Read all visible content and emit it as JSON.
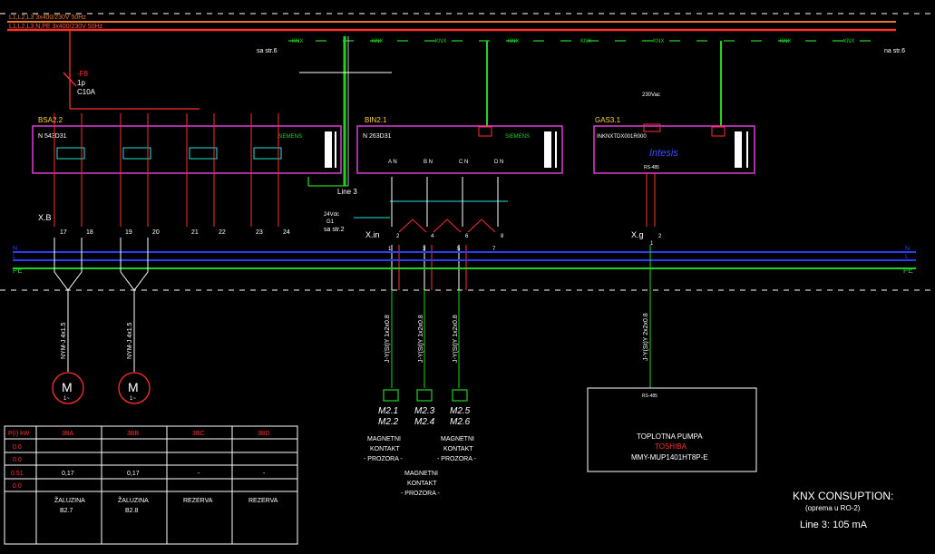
{
  "top_bus": {
    "line1": "L1,L2,L3 3x400/230V 50Hz",
    "line2": "L1,L2,L3,N,PE 3x400/230V 50Hz"
  },
  "knx": {
    "label": "KNX",
    "left_label": "sa str.6",
    "right_label": "na str.6"
  },
  "breaker": {
    "id": "-F8",
    "poles": "1p",
    "rating": "C10A"
  },
  "modules": [
    {
      "name": "BSA2.2",
      "model": "N 543D31"
    },
    {
      "name": "BIN2.1",
      "model": "N 263D31"
    },
    {
      "name": "GAS3.1",
      "model": "INKNXTDX001R000"
    }
  ],
  "module_labels": {
    "siemens": "SIEMENS",
    "intesis": "Intesis",
    "line3": "Line 3",
    "supply": "230Vac",
    "knx_bus_short": "RS-485"
  },
  "terminals": {
    "xb_label": "X.B",
    "xb": [
      "17",
      "18",
      "19",
      "20",
      "21",
      "22",
      "23",
      "24"
    ],
    "xin_label": "X.in",
    "xin": [
      "1",
      "2",
      "3",
      "4",
      "5",
      "6",
      "7",
      "8"
    ],
    "xg_label": "X.g",
    "xg": [
      "1",
      "2"
    ],
    "binary_inputs": [
      "A N",
      "B N",
      "C N",
      "D N"
    ],
    "dc_supply": "24Vdc",
    "dc_label": "G1",
    "from_label": "sa str.2"
  },
  "rails": {
    "n": "N",
    "pe": "PE",
    "l": "L"
  },
  "cables": {
    "motor": "NYM-J 4x1.5",
    "bus": "J-Y(St)Y 1x2x0.8",
    "pump": "J-Y(St)Y 2x2x0.8"
  },
  "motors": [
    {
      "symbol": "M",
      "phase": "1~"
    },
    {
      "symbol": "M",
      "phase": "1~"
    }
  ],
  "contacts": [
    {
      "code1": "M2.1",
      "code2": "M2.2"
    },
    {
      "code1": "M2.3",
      "code2": "M2.4"
    },
    {
      "code1": "M2.5",
      "code2": "M2.6"
    }
  ],
  "contact_labels": [
    {
      "l1": "MAGNETNI",
      "l2": "KONTAKT",
      "l3": "- PROZORA -"
    },
    {
      "l1": "MAGNETNI",
      "l2": "KONTAKT",
      "l3": "- PROZORA -"
    },
    {
      "l1": "MAGNETNI",
      "l2": "KONTAKT",
      "l3": "- PROZORA -"
    }
  ],
  "pump_box": {
    "terminal": "RS-485",
    "title": "TOPLOTNA PUMPA",
    "brand": "TOSHIBA",
    "model": "MMY-MUP1401HT8P-E"
  },
  "table": {
    "header": [
      "P(I) kW",
      "3BA",
      "3BB",
      "3BC",
      "3BD"
    ],
    "rows": [
      [
        "0.0",
        "",
        "",
        "",
        ""
      ],
      [
        "0.0",
        "",
        "",
        "",
        ""
      ],
      [
        "0.51",
        "0,17",
        "0,17",
        "-",
        "-"
      ],
      [
        "0.0",
        "",
        "",
        "",
        ""
      ]
    ],
    "footer": [
      {
        "l1": "ŽALUZINA",
        "l2": "B2.7"
      },
      {
        "l1": "ŽALUZINA",
        "l2": "B2.8"
      },
      {
        "l1": "REZERVA",
        "l2": ""
      },
      {
        "l1": "REZERVA",
        "l2": ""
      }
    ]
  },
  "summary": {
    "title": "KNX CONSUPTION:",
    "subtitle": "(oprema u RO-2)",
    "line": "Line 3: 105 mA"
  }
}
